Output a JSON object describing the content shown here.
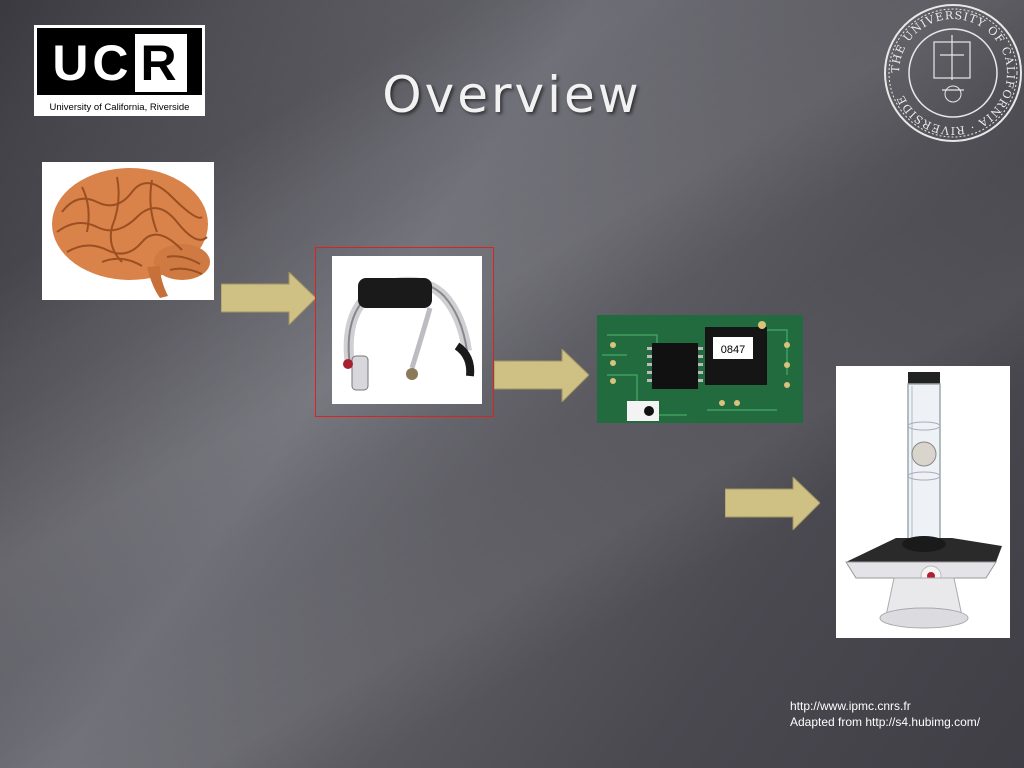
{
  "slide": {
    "title": "Overview"
  },
  "logo": {
    "letters_uc": "UC",
    "letters_r": "R",
    "subtitle": "University of California, Riverside"
  },
  "seal": {
    "text": "THE UNIVERSITY OF CALIFORNIA · RIVERSIDE"
  },
  "images": [
    {
      "name": "brain",
      "icon": "brain-image"
    },
    {
      "name": "headset",
      "icon": "eeg-headset-image"
    },
    {
      "name": "circuit-board",
      "icon": "circuit-board-image",
      "chip_label": "0847"
    },
    {
      "name": "levitation-tube",
      "icon": "ball-tube-toy-image"
    }
  ],
  "colors": {
    "arrow": "#cfc083",
    "highlight_border": "#dd2222"
  },
  "credits": {
    "line1": "http://www.ipmc.cnrs.fr",
    "line2": "Adapted from http://s4.hubimg.com/"
  }
}
